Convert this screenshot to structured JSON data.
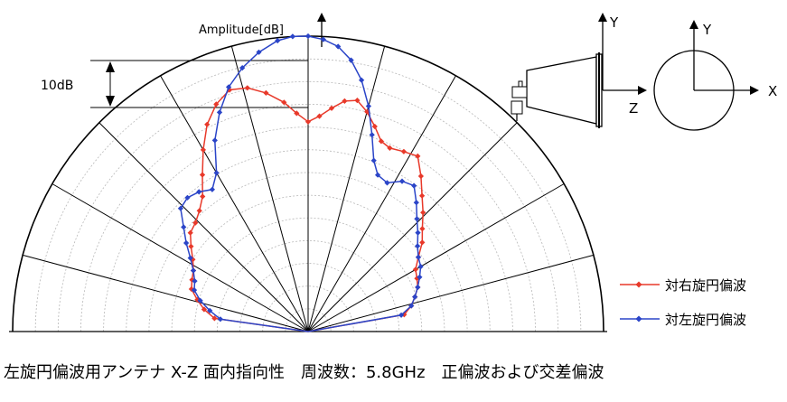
{
  "chart_data": {
    "type": "polar",
    "ylabel": "Amplitude[dB]",
    "scale_label": "10dB",
    "angle_range_deg": [
      -90,
      90
    ],
    "angle_spokes_deg": [
      -75,
      -60,
      -45,
      -30,
      -15,
      0,
      15,
      30,
      45,
      60,
      75
    ],
    "grid": true,
    "legend_position": "right",
    "series": [
      {
        "name": "対右旋円偏波",
        "color": "#e8392a",
        "points": [
          [
            -82,
            0.32
          ],
          [
            -78,
            0.36
          ],
          [
            -74,
            0.39
          ],
          [
            -70,
            0.42
          ],
          [
            -66,
            0.43
          ],
          [
            -62,
            0.44
          ],
          [
            -58,
            0.46
          ],
          [
            -54,
            0.49
          ],
          [
            -50,
            0.52
          ],
          [
            -46,
            0.53
          ],
          [
            -42,
            0.55
          ],
          [
            -38,
            0.58
          ],
          [
            -34,
            0.64
          ],
          [
            -30,
            0.71
          ],
          [
            -26,
            0.78
          ],
          [
            -22,
            0.83
          ],
          [
            -18,
            0.86
          ],
          [
            -14,
            0.85
          ],
          [
            -10,
            0.82
          ],
          [
            -6,
            0.78
          ],
          [
            -3,
            0.74
          ],
          [
            0,
            0.71
          ],
          [
            3,
            0.73
          ],
          [
            6,
            0.76
          ],
          [
            9,
            0.79
          ],
          [
            12,
            0.8
          ],
          [
            15,
            0.77
          ],
          [
            18,
            0.73
          ],
          [
            21,
            0.69
          ],
          [
            24,
            0.68
          ],
          [
            28,
            0.69
          ],
          [
            32,
            0.7
          ],
          [
            36,
            0.65
          ],
          [
            40,
            0.6
          ],
          [
            44,
            0.56
          ],
          [
            48,
            0.52
          ],
          [
            52,
            0.49
          ],
          [
            56,
            0.45
          ],
          [
            60,
            0.42
          ],
          [
            64,
            0.41
          ],
          [
            68,
            0.4
          ],
          [
            72,
            0.38
          ],
          [
            76,
            0.36
          ],
          [
            80,
            0.33
          ]
        ]
      },
      {
        "name": "対左旋円偏波",
        "color": "#2b45c8",
        "points": [
          [
            -82,
            0.3
          ],
          [
            -78,
            0.34
          ],
          [
            -74,
            0.38
          ],
          [
            -70,
            0.41
          ],
          [
            -66,
            0.42
          ],
          [
            -62,
            0.44
          ],
          [
            -58,
            0.47
          ],
          [
            -54,
            0.51
          ],
          [
            -50,
            0.55
          ],
          [
            -46,
            0.6
          ],
          [
            -42,
            0.61
          ],
          [
            -38,
            0.6
          ],
          [
            -34,
            0.58
          ],
          [
            -30,
            0.62
          ],
          [
            -26,
            0.72
          ],
          [
            -22,
            0.8
          ],
          [
            -18,
            0.87
          ],
          [
            -14,
            0.92
          ],
          [
            -10,
            0.96
          ],
          [
            -6,
            0.99
          ],
          [
            -3,
            1.0
          ],
          [
            0,
            1.0
          ],
          [
            3,
            0.99
          ],
          [
            6,
            0.97
          ],
          [
            9,
            0.93
          ],
          [
            12,
            0.87
          ],
          [
            15,
            0.79
          ],
          [
            18,
            0.7
          ],
          [
            21,
            0.62
          ],
          [
            24,
            0.58
          ],
          [
            28,
            0.57
          ],
          [
            32,
            0.6
          ],
          [
            36,
            0.61
          ],
          [
            40,
            0.57
          ],
          [
            44,
            0.53
          ],
          [
            48,
            0.5
          ],
          [
            52,
            0.47
          ],
          [
            56,
            0.45
          ],
          [
            60,
            0.44
          ],
          [
            64,
            0.42
          ],
          [
            68,
            0.4
          ],
          [
            72,
            0.38
          ],
          [
            76,
            0.36
          ],
          [
            80,
            0.32
          ]
        ]
      }
    ],
    "diagram_labels": {
      "y_axis": "Y",
      "z_axis": "Z",
      "x_axis": "X"
    }
  },
  "caption": "左旋円偏波用アンテナ X-Z 面内指向性　周波数：5.8GHz　正偏波および交差偏波"
}
